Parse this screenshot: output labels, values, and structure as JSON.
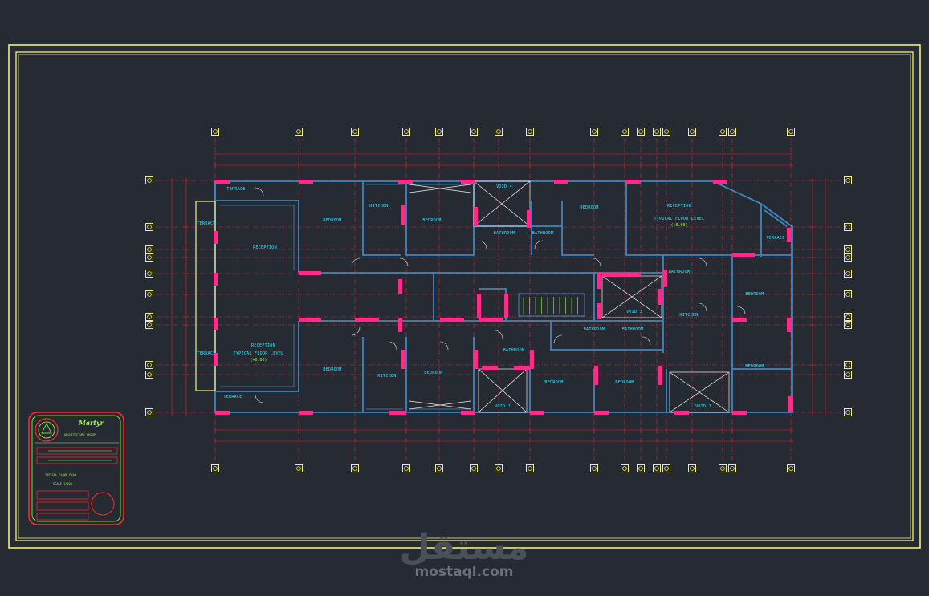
{
  "rooms": [
    {
      "id": "terrace-top-left",
      "text": "TERRACE"
    },
    {
      "id": "terrace-left-upper",
      "text": "TERRACE"
    },
    {
      "id": "reception-top-left",
      "text": "RECEPTION"
    },
    {
      "id": "bedroom-1",
      "text": "BEDROOM"
    },
    {
      "id": "kitchen-1",
      "text": "KITCHEN"
    },
    {
      "id": "bedroom-2",
      "text": "BEDROOM"
    },
    {
      "id": "void-4",
      "text": "VOID 4"
    },
    {
      "id": "bathroom-1",
      "text": "BATHROOM"
    },
    {
      "id": "bathroom-2",
      "text": "BATHROOM"
    },
    {
      "id": "bedroom-3",
      "text": "BEDROOM"
    },
    {
      "id": "reception-top-right",
      "text": "RECEPTION"
    },
    {
      "id": "typical-floor-top",
      "text": "TYPICAL FLOOR LEVEL"
    },
    {
      "id": "level-top",
      "text": "(+0.00)"
    },
    {
      "id": "terrace-right",
      "text": "TERRACE"
    },
    {
      "id": "bathroom-3",
      "text": "BATHROOM"
    },
    {
      "id": "void-3",
      "text": "VOID 3"
    },
    {
      "id": "bedroom-4",
      "text": "BEDROOM"
    },
    {
      "id": "kitchen-2",
      "text": "KITCHEN"
    },
    {
      "id": "bathroom-4",
      "text": "BATHROOM"
    },
    {
      "id": "bathroom-5",
      "text": "BATHROOM"
    },
    {
      "id": "reception-bottom-left",
      "text": "RECEPTION"
    },
    {
      "id": "typical-floor-bottom",
      "text": "TYPICAL FLOOR LEVEL"
    },
    {
      "id": "level-bottom",
      "text": "(+0.00)"
    },
    {
      "id": "terrace-left-lower",
      "text": "TERRACE"
    },
    {
      "id": "bedroom-5",
      "text": "BEDROOM"
    },
    {
      "id": "kitchen-3",
      "text": "KITCHEN"
    },
    {
      "id": "bedroom-6",
      "text": "BEDROOM"
    },
    {
      "id": "bathroom-6",
      "text": "BATHROOM"
    },
    {
      "id": "bedroom-7",
      "text": "BEDROOM"
    },
    {
      "id": "bedroom-8",
      "text": "BEDROOM"
    },
    {
      "id": "bedroom-9",
      "text": "BEDROOM"
    },
    {
      "id": "terrace-bottom-left",
      "text": "TERRACE"
    },
    {
      "id": "void-1",
      "text": "VOID 1"
    },
    {
      "id": "void-2",
      "text": "VOID 2"
    }
  ],
  "title_block": {
    "brand": "Martyr",
    "subtitle": "ARCHITECTURE GROUP",
    "rows": [
      "TYPICAL FLOOR PLAN",
      "SCALE 1/100"
    ]
  },
  "watermark": {
    "arabic": "مستقل",
    "latin": "mostaql.com"
  },
  "colors": {
    "background": "#262b33",
    "frame": "#f2f07a",
    "wall": "#3f86c0",
    "grid": "#e02020",
    "column": "#ff2a8a",
    "label": "#30e6ff",
    "annotation": "#9cff3a"
  }
}
